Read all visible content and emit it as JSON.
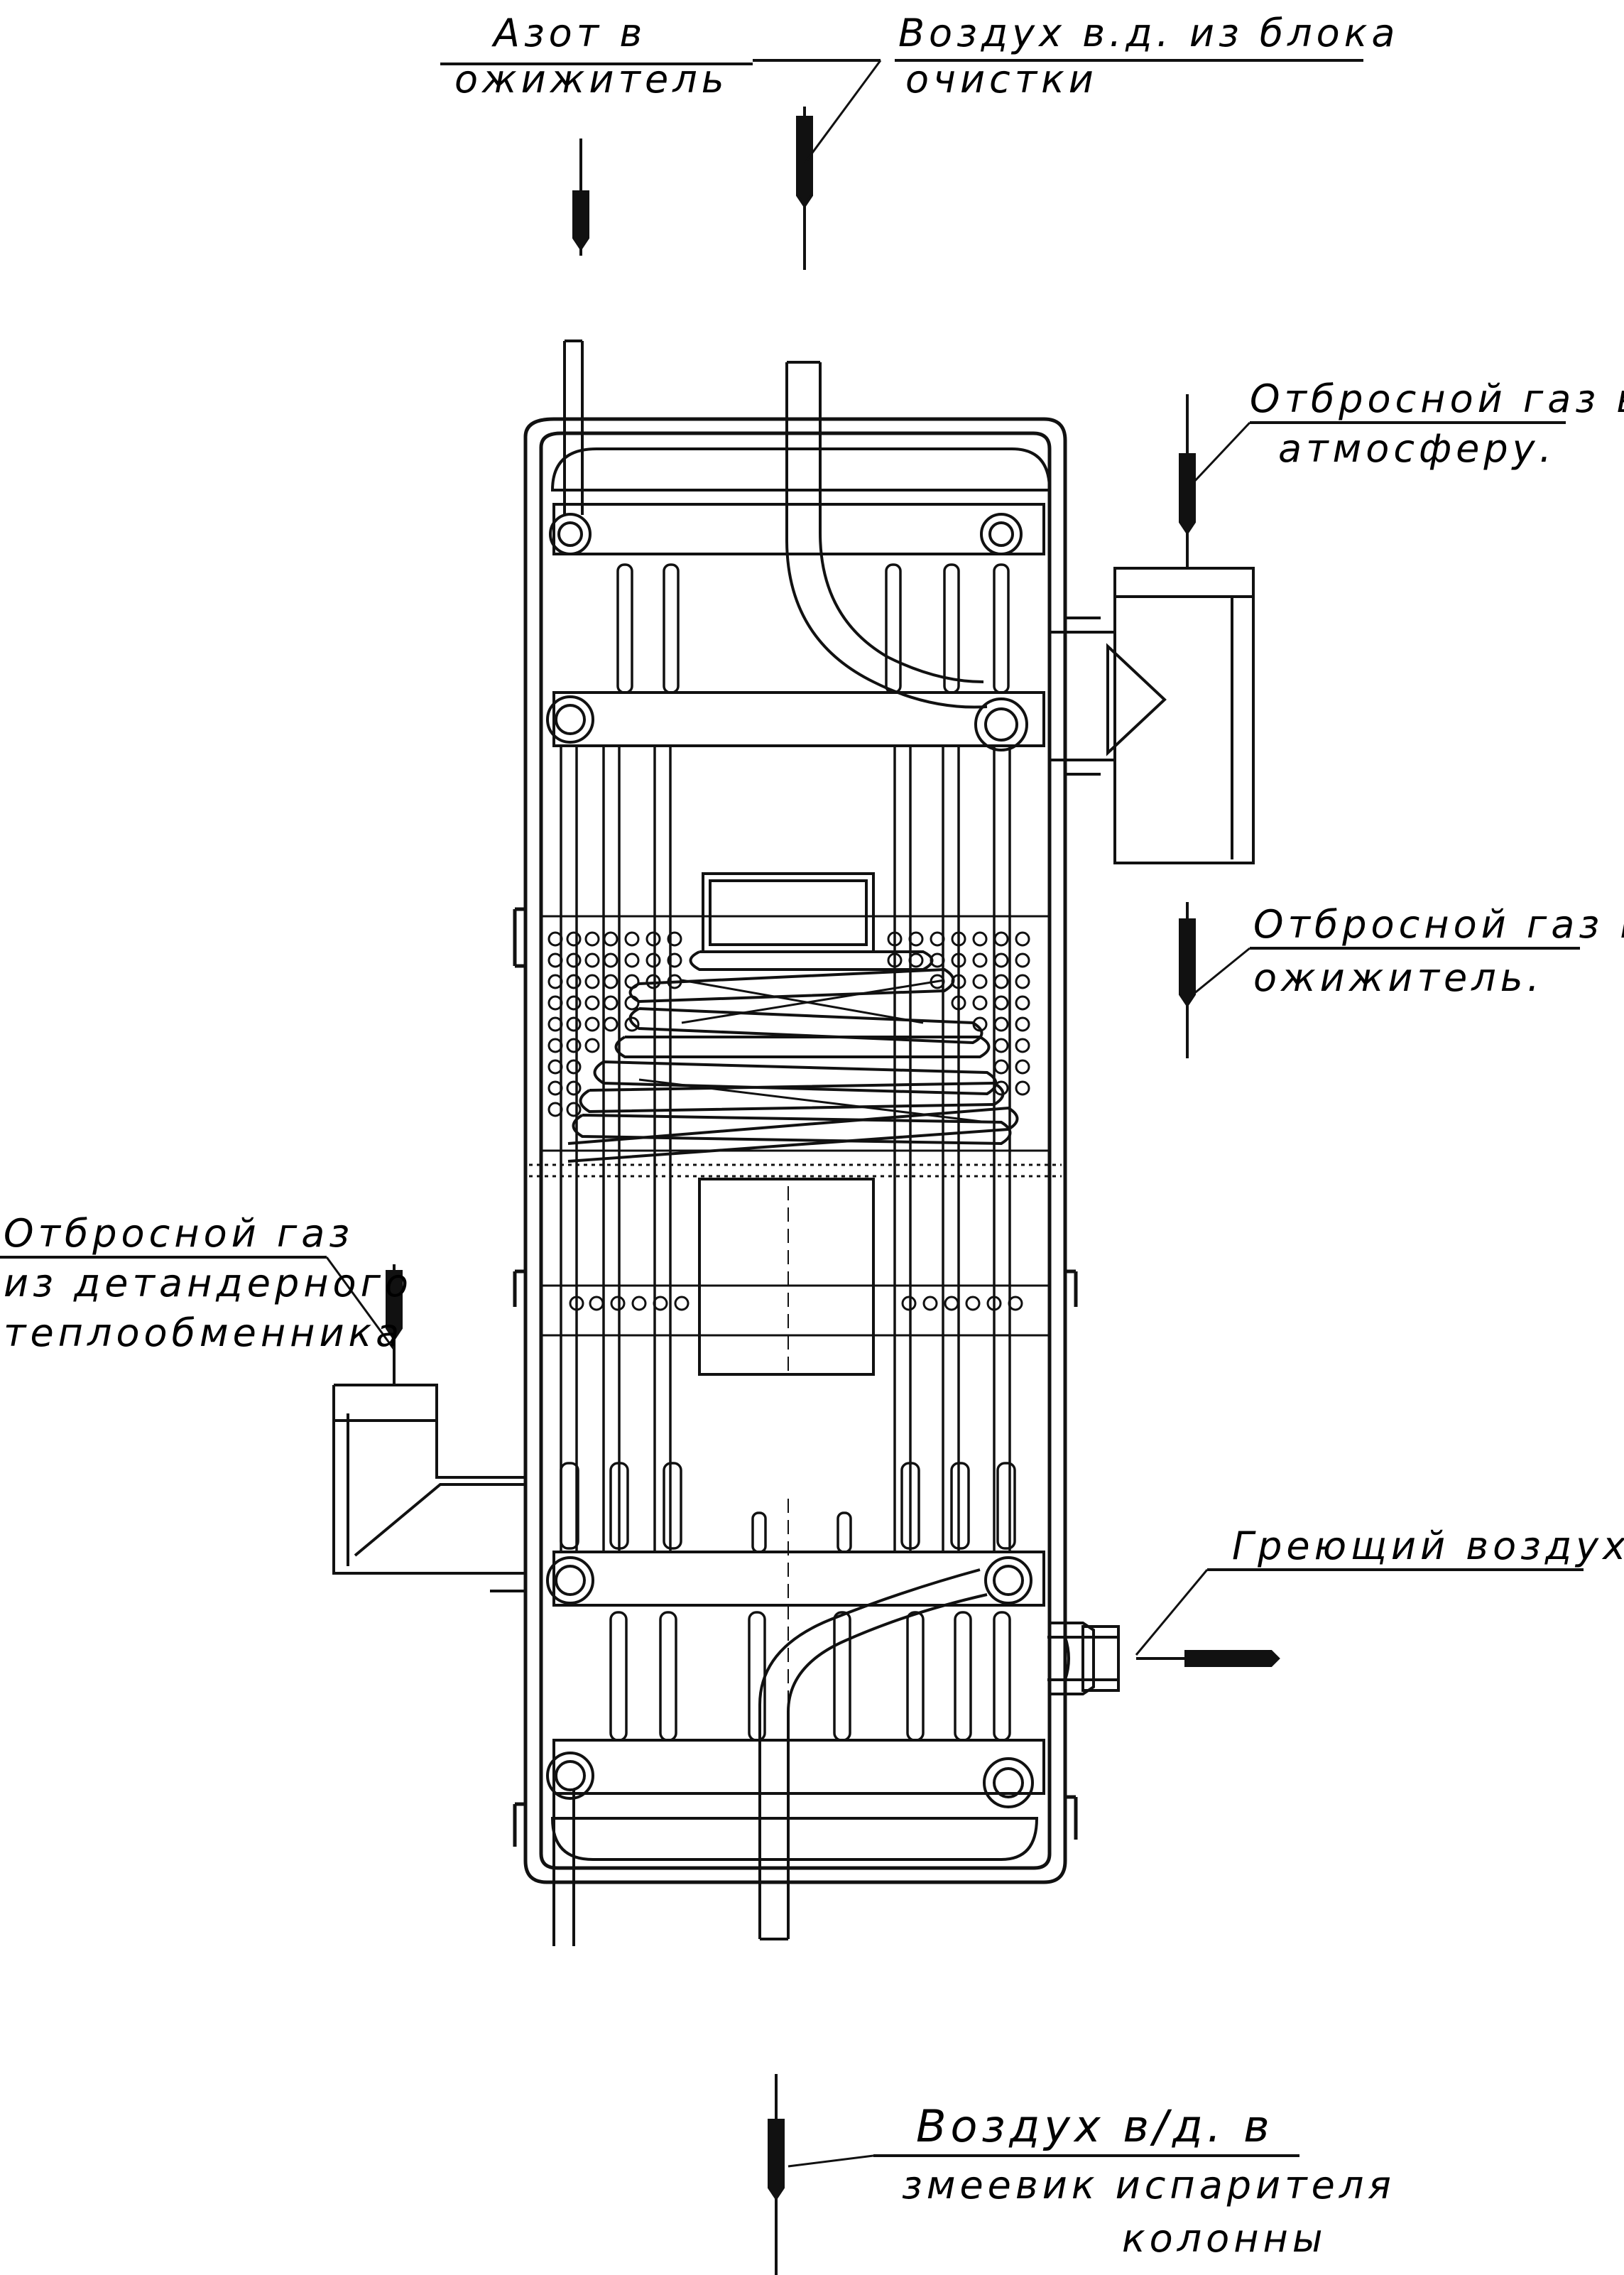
{
  "labels": {
    "nitrogen_line1": "Азот в",
    "nitrogen_line2": "ожижитель",
    "air_hp_line1": "Воздух в.д. из блока",
    "air_hp_line2": "очистки",
    "waste_atm_line1": "Отбросной газ в",
    "waste_atm_line2": "атмосферу.",
    "waste_liq_line1": "Отбросной газ в",
    "waste_liq_line2": "ожижитель.",
    "waste_det_line1": "Отбросной газ",
    "waste_det_line2": "из детандерного",
    "waste_det_line3": "теплообменника",
    "heating_air": "Греющий воздух",
    "air_coil_line1": "Воздух в/д. в",
    "air_coil_line2": "змеевик испарителя",
    "air_coil_line3": "колонны"
  },
  "colors": {
    "ink": "#111111",
    "paper": "#ffffff"
  }
}
